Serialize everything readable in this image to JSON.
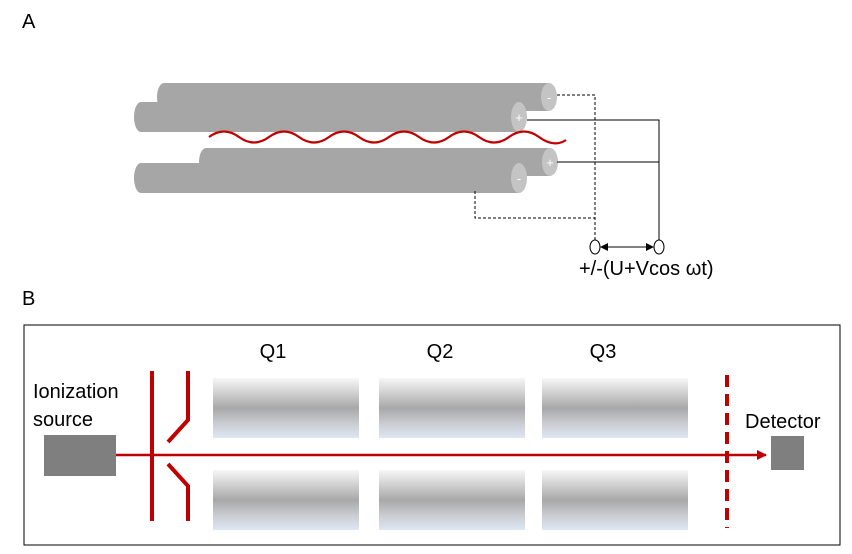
{
  "panel_a": {
    "label": "A",
    "rod_signs": {
      "top_back": "-",
      "top_front": "+",
      "bottom_back": "+",
      "bottom_front": "-"
    },
    "voltage_formula": "+/-(U+Vcos ωt)"
  },
  "panel_b": {
    "label": "B",
    "source_label_line1": "Ionization",
    "source_label_line2": "source",
    "quadrupoles": [
      "Q1",
      "Q2",
      "Q3"
    ],
    "detector_label": "Detector"
  },
  "colors": {
    "rod_gray": "#a6a6a6",
    "rod_end": "#c4c4c4",
    "ion_path_red": "#c00000",
    "box_gray": "#7f7f7f"
  }
}
